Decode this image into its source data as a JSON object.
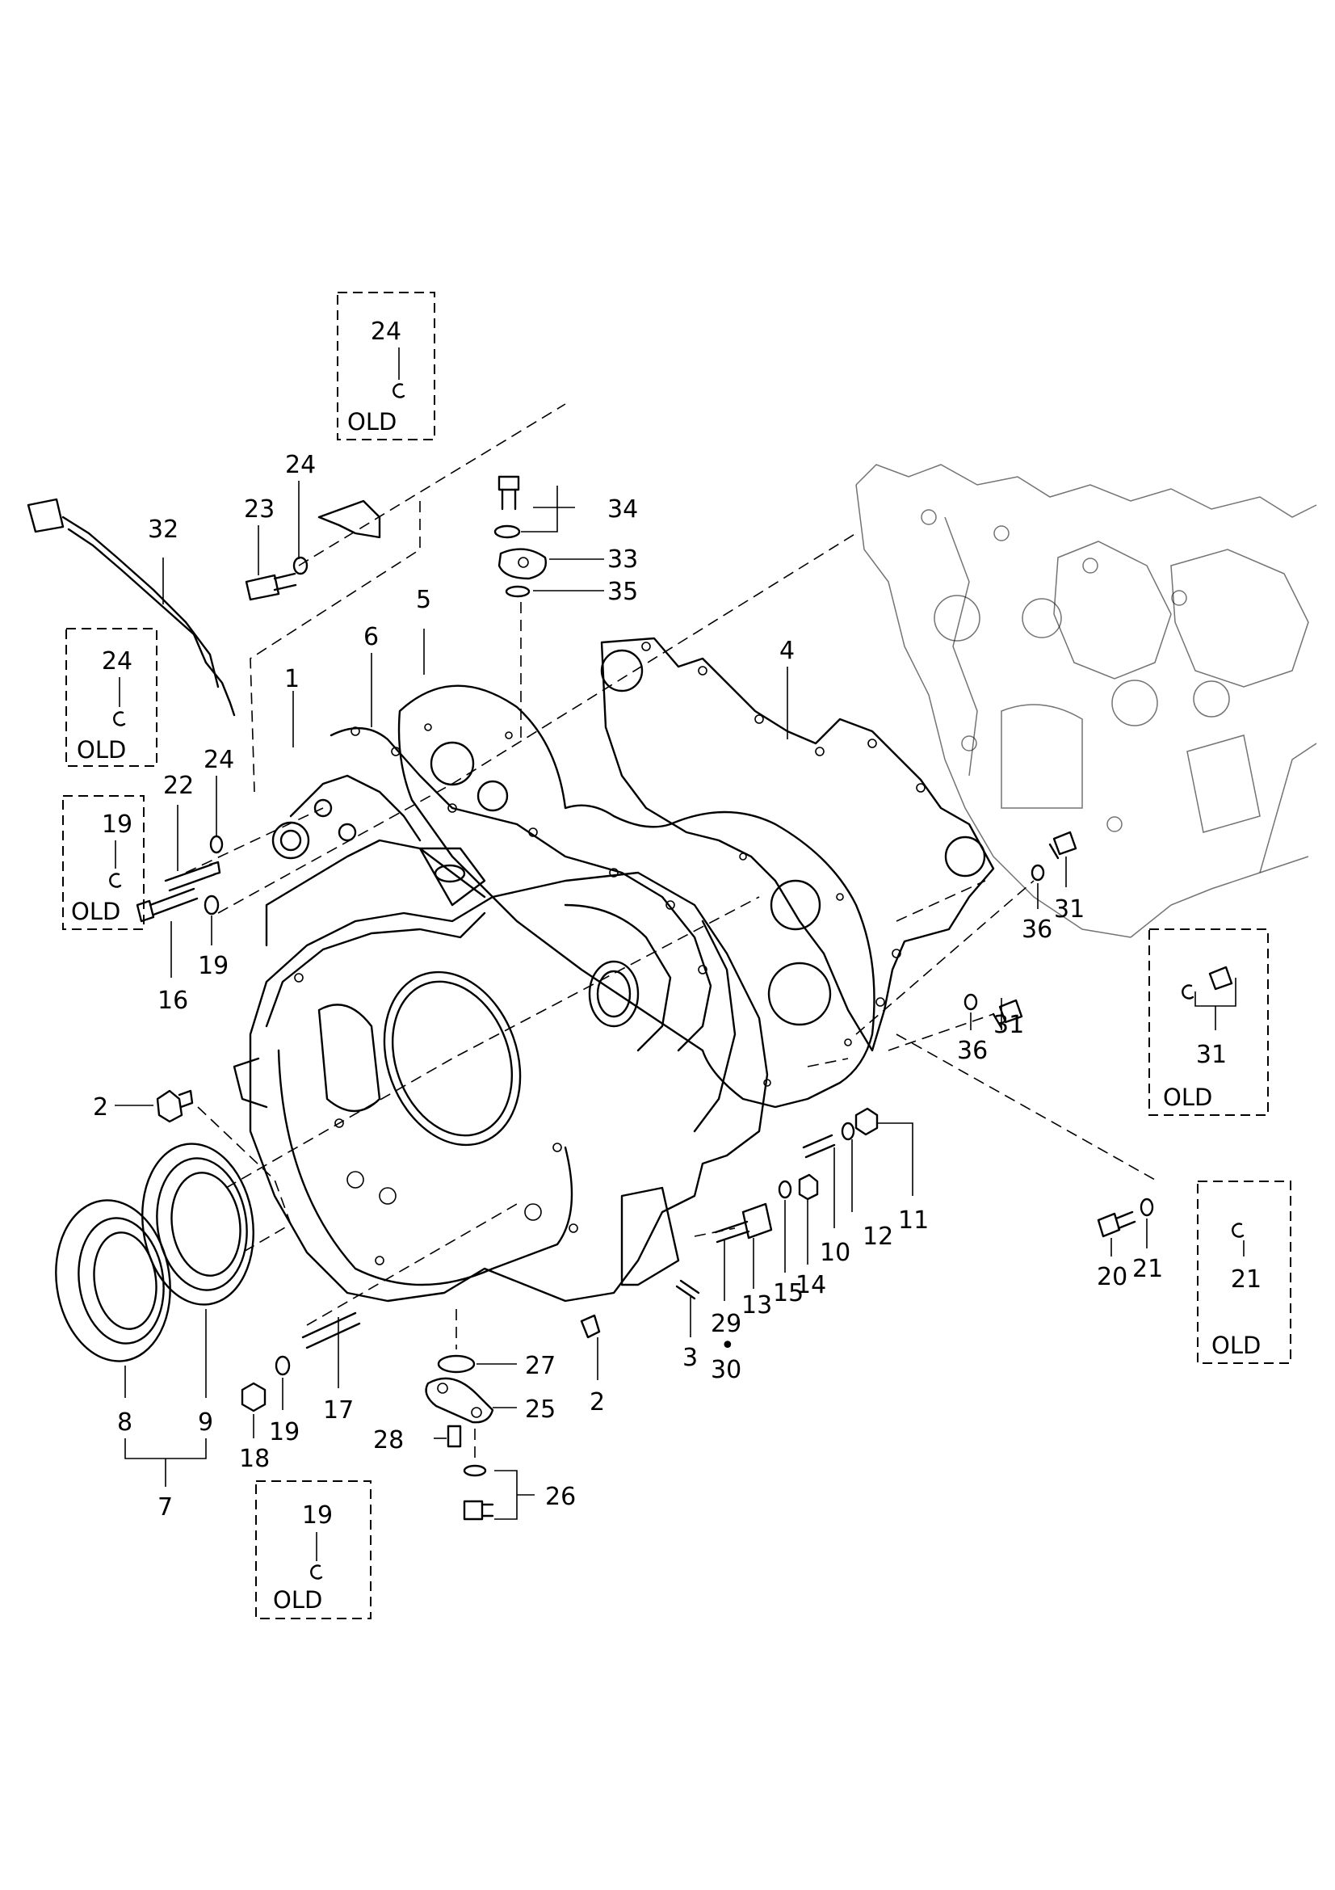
{
  "callouts": [
    {
      "id": "c1",
      "text": "1"
    },
    {
      "id": "c2a",
      "text": "2"
    },
    {
      "id": "c2b",
      "text": "2"
    },
    {
      "id": "c3",
      "text": "3"
    },
    {
      "id": "c4",
      "text": "4"
    },
    {
      "id": "c5",
      "text": "5"
    },
    {
      "id": "c6",
      "text": "6"
    },
    {
      "id": "c7",
      "text": "7"
    },
    {
      "id": "c8",
      "text": "8"
    },
    {
      "id": "c9",
      "text": "9"
    },
    {
      "id": "c10",
      "text": "10"
    },
    {
      "id": "c11",
      "text": "11"
    },
    {
      "id": "c12",
      "text": "12"
    },
    {
      "id": "c13",
      "text": "13"
    },
    {
      "id": "c14",
      "text": "14"
    },
    {
      "id": "c15",
      "text": "15"
    },
    {
      "id": "c16",
      "text": "16"
    },
    {
      "id": "c17",
      "text": "17"
    },
    {
      "id": "c18",
      "text": "18"
    },
    {
      "id": "c19a",
      "text": "19"
    },
    {
      "id": "c19b",
      "text": "19"
    },
    {
      "id": "c20",
      "text": "20"
    },
    {
      "id": "c21",
      "text": "21"
    },
    {
      "id": "c22",
      "text": "22"
    },
    {
      "id": "c23",
      "text": "23"
    },
    {
      "id": "c24a",
      "text": "24"
    },
    {
      "id": "c24b",
      "text": "24"
    },
    {
      "id": "c25",
      "text": "25"
    },
    {
      "id": "c26",
      "text": "26"
    },
    {
      "id": "c27",
      "text": "27"
    },
    {
      "id": "c28",
      "text": "28"
    },
    {
      "id": "c29",
      "text": "29"
    },
    {
      "id": "c30",
      "text": "30"
    },
    {
      "id": "c31a",
      "text": "31"
    },
    {
      "id": "c31b",
      "text": "31"
    },
    {
      "id": "c32",
      "text": "32"
    },
    {
      "id": "c33",
      "text": "33"
    },
    {
      "id": "c34",
      "text": "34"
    },
    {
      "id": "c35",
      "text": "35"
    },
    {
      "id": "c36a",
      "text": "36"
    },
    {
      "id": "c36b",
      "text": "36"
    }
  ],
  "old_boxes": [
    {
      "id": "b1",
      "part": "24",
      "tag": "OLD"
    },
    {
      "id": "b2",
      "part": "24",
      "tag": "OLD"
    },
    {
      "id": "b3",
      "part": "19",
      "tag": "OLD"
    },
    {
      "id": "b4",
      "part": "31",
      "tag": "OLD"
    },
    {
      "id": "b5",
      "part": "21",
      "tag": "OLD"
    },
    {
      "id": "b6",
      "part": "19",
      "tag": "OLD"
    }
  ]
}
